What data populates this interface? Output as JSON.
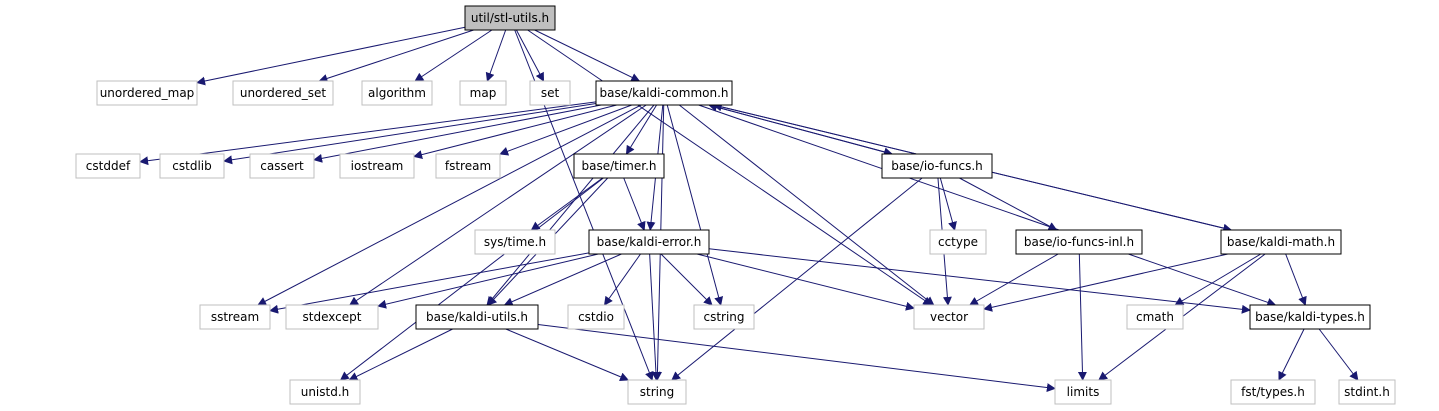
{
  "colors": {
    "edge": "#191970",
    "node_border": "#000000",
    "external_border": "#bfbfbf",
    "root_fill": "#bfbfbf",
    "node_fill": "#ffffff",
    "text": "#000000",
    "external_text": "#000000"
  },
  "graph": {
    "nodes": [
      {
        "id": "stl",
        "label": "util/stl-utils.h",
        "kind": "root"
      },
      {
        "id": "umap",
        "label": "unordered_map",
        "kind": "external"
      },
      {
        "id": "uset",
        "label": "unordered_set",
        "kind": "external"
      },
      {
        "id": "algorithm",
        "label": "algorithm",
        "kind": "external"
      },
      {
        "id": "map",
        "label": "map",
        "kind": "external"
      },
      {
        "id": "set",
        "label": "set",
        "kind": "external"
      },
      {
        "id": "common",
        "label": "base/kaldi-common.h",
        "kind": "internal"
      },
      {
        "id": "cstddef",
        "label": "cstddef",
        "kind": "external"
      },
      {
        "id": "cstdlib",
        "label": "cstdlib",
        "kind": "external"
      },
      {
        "id": "cassert",
        "label": "cassert",
        "kind": "external"
      },
      {
        "id": "iostream",
        "label": "iostream",
        "kind": "external"
      },
      {
        "id": "fstream",
        "label": "fstream",
        "kind": "external"
      },
      {
        "id": "timer",
        "label": "base/timer.h",
        "kind": "internal"
      },
      {
        "id": "iofuncs",
        "label": "base/io-funcs.h",
        "kind": "internal"
      },
      {
        "id": "systime",
        "label": "sys/time.h",
        "kind": "external"
      },
      {
        "id": "error",
        "label": "base/kaldi-error.h",
        "kind": "internal"
      },
      {
        "id": "cctype",
        "label": "cctype",
        "kind": "external"
      },
      {
        "id": "iofuncsinl",
        "label": "base/io-funcs-inl.h",
        "kind": "internal"
      },
      {
        "id": "math",
        "label": "base/kaldi-math.h",
        "kind": "internal"
      },
      {
        "id": "sstream",
        "label": "sstream",
        "kind": "external"
      },
      {
        "id": "stdexcept",
        "label": "stdexcept",
        "kind": "external"
      },
      {
        "id": "utils",
        "label": "base/kaldi-utils.h",
        "kind": "internal"
      },
      {
        "id": "cstdio",
        "label": "cstdio",
        "kind": "external"
      },
      {
        "id": "cstring",
        "label": "cstring",
        "kind": "external"
      },
      {
        "id": "vector",
        "label": "vector",
        "kind": "external"
      },
      {
        "id": "cmath",
        "label": "cmath",
        "kind": "external"
      },
      {
        "id": "types",
        "label": "base/kaldi-types.h",
        "kind": "internal"
      },
      {
        "id": "unistd",
        "label": "unistd.h",
        "kind": "external"
      },
      {
        "id": "string",
        "label": "string",
        "kind": "external"
      },
      {
        "id": "limits",
        "label": "limits",
        "kind": "external"
      },
      {
        "id": "fsttypes",
        "label": "fst/types.h",
        "kind": "external"
      },
      {
        "id": "stdint",
        "label": "stdint.h",
        "kind": "external"
      }
    ],
    "edges": [
      [
        "stl",
        "umap"
      ],
      [
        "stl",
        "uset"
      ],
      [
        "stl",
        "algorithm"
      ],
      [
        "stl",
        "map"
      ],
      [
        "stl",
        "set"
      ],
      [
        "stl",
        "common"
      ],
      [
        "stl",
        "vector"
      ],
      [
        "stl",
        "string"
      ],
      [
        "common",
        "cstddef"
      ],
      [
        "common",
        "cstdlib"
      ],
      [
        "common",
        "cassert"
      ],
      [
        "common",
        "iostream"
      ],
      [
        "common",
        "fstream"
      ],
      [
        "common",
        "timer"
      ],
      [
        "common",
        "iofuncs"
      ],
      [
        "common",
        "error"
      ],
      [
        "common",
        "utils"
      ],
      [
        "common",
        "cstring"
      ],
      [
        "common",
        "vector"
      ],
      [
        "common",
        "sstream"
      ],
      [
        "common",
        "stdexcept"
      ],
      [
        "common",
        "string"
      ],
      [
        "common",
        "math"
      ],
      [
        "common",
        "types"
      ],
      [
        "timer",
        "systime"
      ],
      [
        "timer",
        "error"
      ],
      [
        "timer",
        "utils"
      ],
      [
        "timer",
        "unistd"
      ],
      [
        "iofuncs",
        "common"
      ],
      [
        "iofuncs",
        "cctype"
      ],
      [
        "iofuncs",
        "iofuncsinl"
      ],
      [
        "iofuncs",
        "vector"
      ],
      [
        "iofuncs",
        "string"
      ],
      [
        "error",
        "sstream"
      ],
      [
        "error",
        "stdexcept"
      ],
      [
        "error",
        "utils"
      ],
      [
        "error",
        "cstdio"
      ],
      [
        "error",
        "cstring"
      ],
      [
        "error",
        "string"
      ],
      [
        "error",
        "vector"
      ],
      [
        "error",
        "types"
      ],
      [
        "iofuncsinl",
        "vector"
      ],
      [
        "iofuncsinl",
        "limits"
      ],
      [
        "math",
        "common"
      ],
      [
        "math",
        "vector"
      ],
      [
        "math",
        "cmath"
      ],
      [
        "math",
        "limits"
      ],
      [
        "math",
        "types"
      ],
      [
        "utils",
        "unistd"
      ],
      [
        "utils",
        "string"
      ],
      [
        "utils",
        "limits"
      ],
      [
        "types",
        "fsttypes"
      ],
      [
        "types",
        "stdint"
      ]
    ]
  }
}
